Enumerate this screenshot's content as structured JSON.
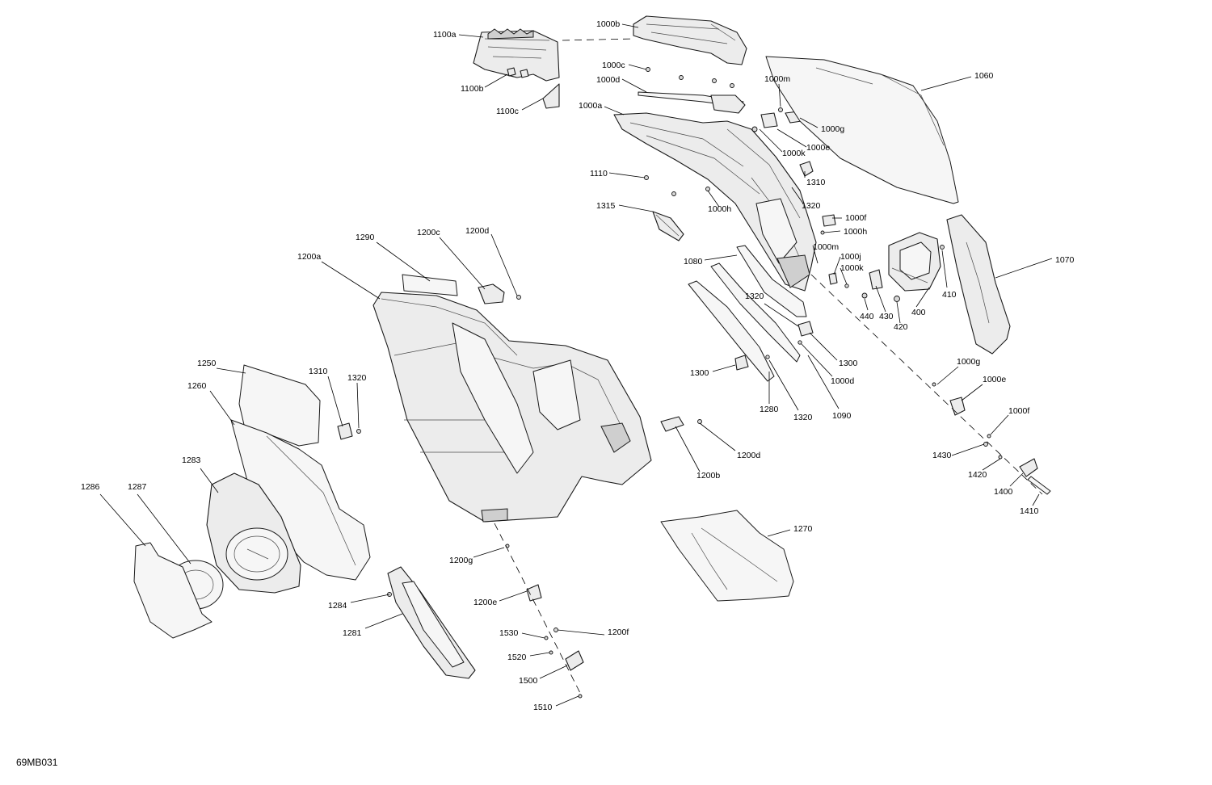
{
  "figure_id": "69MB031",
  "callouts": [
    "1100a",
    "1000b",
    "1000c",
    "1000d",
    "1100b",
    "1100c",
    "1000a",
    "1000m",
    "1060",
    "1000g",
    "1000e",
    "1000k",
    "1110",
    "1310",
    "1320",
    "1000h",
    "1315",
    "1000f",
    "1000h",
    "1000m",
    "1000j",
    "1000k",
    "1080",
    "1070",
    "410",
    "440",
    "430",
    "400",
    "420",
    "1320",
    "1300",
    "1000d",
    "1300",
    "1280",
    "1320",
    "1090",
    "1000g",
    "1000e",
    "1000f",
    "1430",
    "1420",
    "1400",
    "1410",
    "1290",
    "1200c",
    "1200d",
    "1200a",
    "1250",
    "1310",
    "1320",
    "1260",
    "1200d",
    "1200b",
    "1283",
    "1286",
    "1287",
    "1270",
    "1200g",
    "1284",
    "1200e",
    "1200f",
    "1281",
    "1530",
    "1520",
    "1500",
    "1510"
  ]
}
